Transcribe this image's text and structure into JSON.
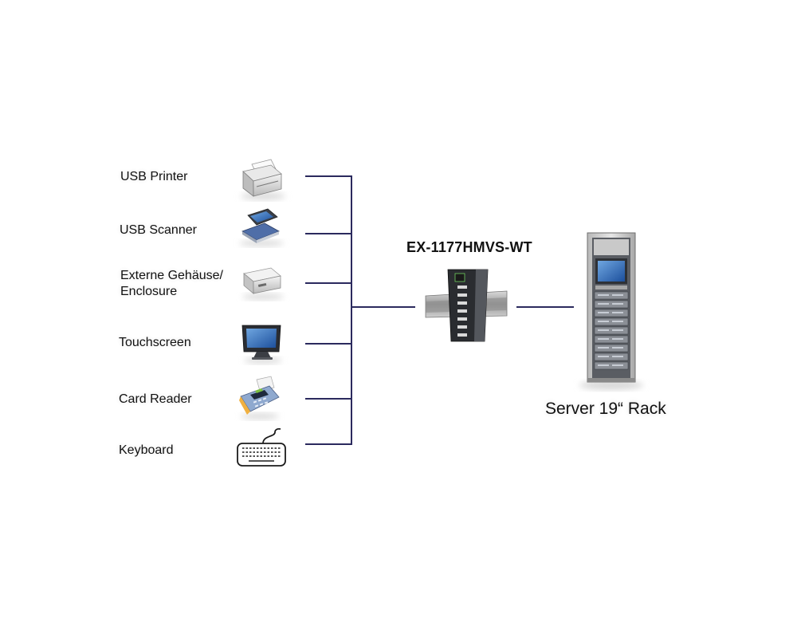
{
  "devices": [
    {
      "label": "USB Printer",
      "icon": "printer-icon"
    },
    {
      "label": "USB Scanner",
      "icon": "scanner-icon"
    },
    {
      "label": "Externe Gehäuse/ Enclosure",
      "icon": "hard-drive-enclosure-icon"
    },
    {
      "label": "Touchscreen",
      "icon": "touchscreen-monitor-icon"
    },
    {
      "label": "Card Reader",
      "icon": "card-reader-terminal-icon"
    },
    {
      "label": "Keyboard",
      "icon": "keyboard-icon"
    }
  ],
  "hub": {
    "label": "EX-1177HMVS-WT",
    "icon": "usb-hub-din-rail-icon"
  },
  "server": {
    "label": "Server 19“ Rack",
    "icon": "server-rack-icon"
  },
  "colors": {
    "line": "#2b2a5e",
    "text": "#111111",
    "background": "#ffffff"
  }
}
